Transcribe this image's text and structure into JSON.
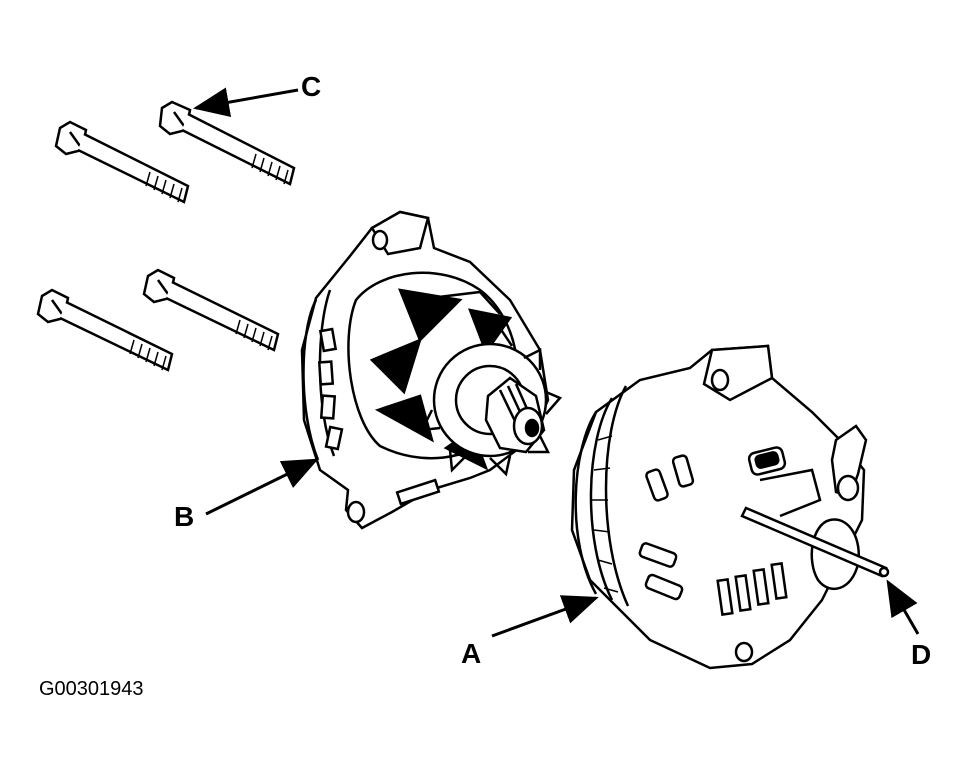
{
  "figure_id": "G00301943",
  "callouts": {
    "a": "A",
    "b": "B",
    "c": "C",
    "d": "D"
  },
  "line_color": "#000000",
  "background_color": "#ffffff"
}
